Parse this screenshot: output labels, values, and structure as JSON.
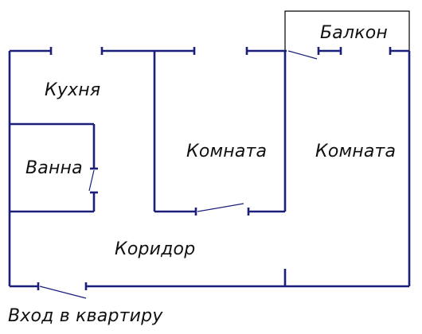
{
  "rooms": {
    "kitchen": "Кухня",
    "bathroom": "Ванна",
    "room_middle": "Комната",
    "room_right": "Комната",
    "balcony": "Балкон",
    "corridor": "Коридор"
  },
  "entrance": "Вход в квартиру",
  "colors": {
    "walls": "#1a1f7a",
    "text": "#111111",
    "background": "#ffffff"
  }
}
